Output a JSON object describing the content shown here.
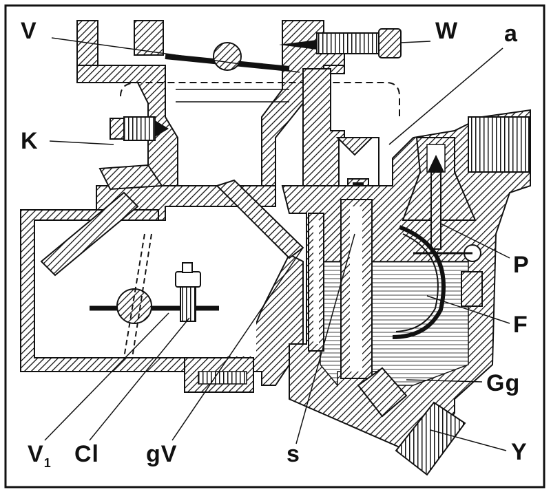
{
  "labels": {
    "V": "V",
    "W": "W",
    "a": "a",
    "K": "K",
    "P": "P",
    "F": "F",
    "Gg": "Gg",
    "Y": "Y",
    "V1_main": "V",
    "V1_sub": "1",
    "Cl": "Cl",
    "gV": "gV",
    "s": "s"
  },
  "colors": {
    "ink": "#111111",
    "paper": "#ffffff"
  }
}
